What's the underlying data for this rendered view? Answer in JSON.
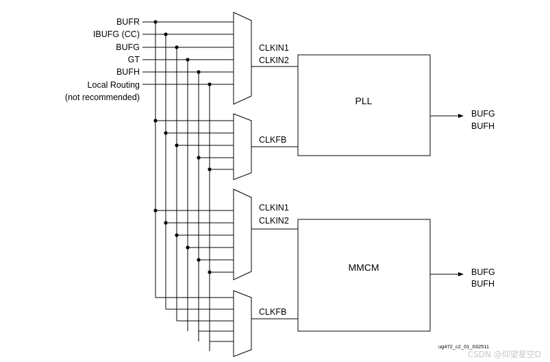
{
  "inputs": {
    "bufr": "BUFR",
    "ibufg_cc": "IBUFG (CC)",
    "bufg": "BUFG",
    "gt": "GT",
    "bufh": "BUFH",
    "local_routing": "Local Routing",
    "local_routing_note": "(not recommended)"
  },
  "pll": {
    "name": "PLL",
    "clkin1": "CLKIN1",
    "clkin2": "CLKIN2",
    "clkfb": "CLKFB",
    "out1": "BUFG",
    "out2": "BUFH"
  },
  "mmcm": {
    "name": "MMCM",
    "clkin1": "CLKIN1",
    "clkin2": "CLKIN2",
    "clkfb": "CLKFB",
    "out1": "BUFG",
    "out2": "BUFH"
  },
  "figure_id": "ug472_c2_01_032511",
  "watermark": "CSDN @仰望星空D"
}
